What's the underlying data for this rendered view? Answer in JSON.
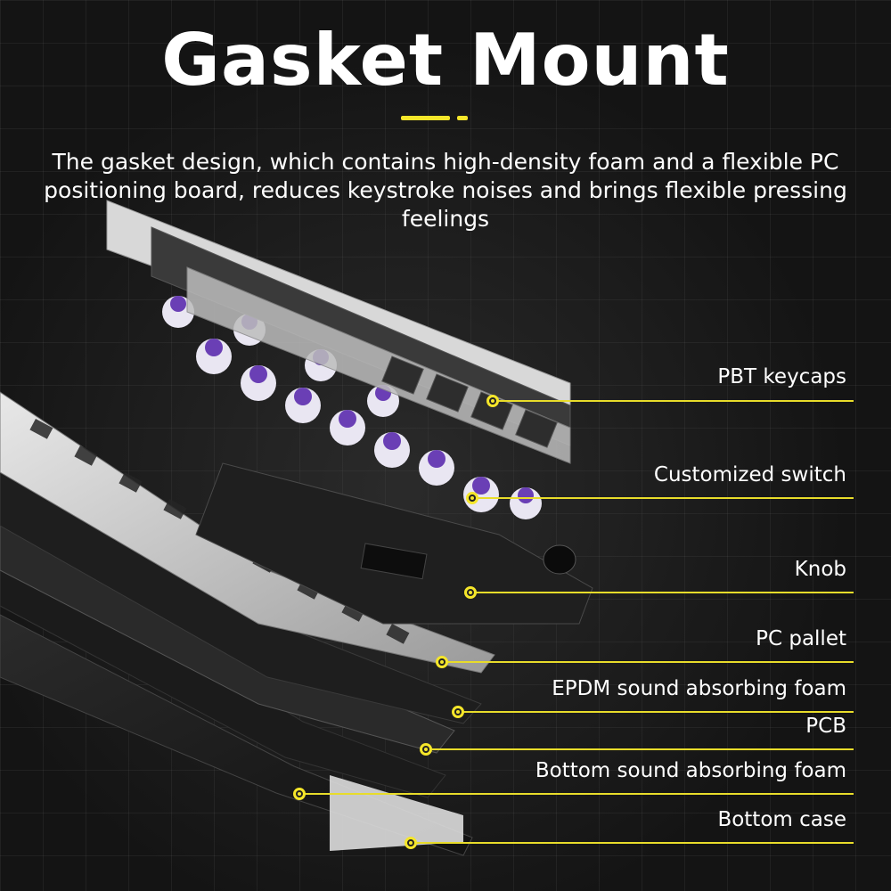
{
  "title": "Gasket Mount",
  "subtitle": "The gasket design, which contains high-density foam and a flexible PC positioning board, reduces keystroke noises and brings flexible pressing feelings",
  "colors": {
    "accent": "#f5e62a",
    "switch_purple": "#6a3fb5",
    "background": "#141414"
  },
  "layers": [
    {
      "label": "PBT keycaps"
    },
    {
      "label": "Customized switch"
    },
    {
      "label": "Knob"
    },
    {
      "label": "PC pallet"
    },
    {
      "label": "EPDM sound absorbing foam"
    },
    {
      "label": "PCB"
    },
    {
      "label": "Bottom sound absorbing foam"
    },
    {
      "label": "Bottom case"
    }
  ]
}
